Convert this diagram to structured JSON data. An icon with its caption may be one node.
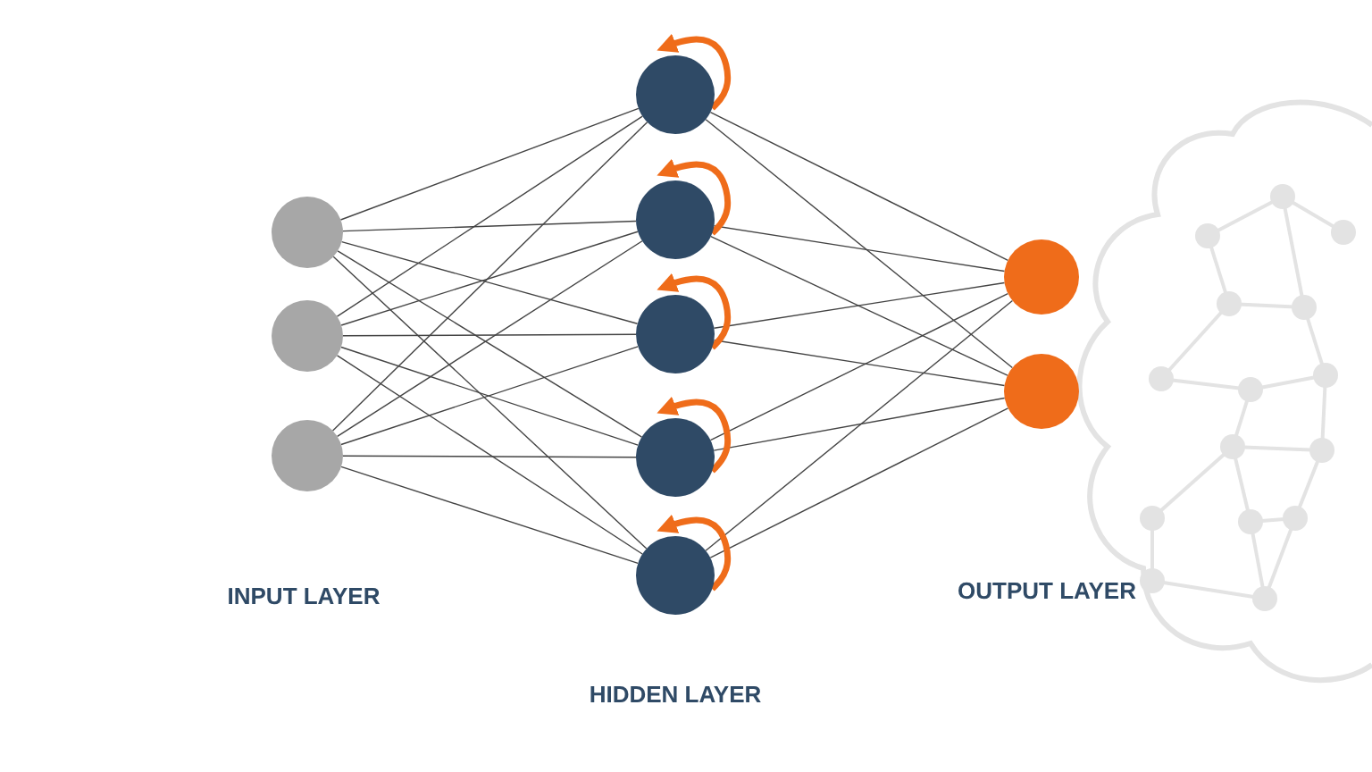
{
  "diagram": {
    "nodes": [
      {
        "text": [],
        "shape": "circle"
      },
      {
        "text": [],
        "shape": "circle"
      },
      {
        "text": [],
        "shape": "circle"
      },
      {
        "text": [],
        "shape": "circle"
      },
      {
        "text": [],
        "shape": "circle"
      },
      {
        "text": [],
        "shape": "circle"
      },
      {
        "text": [],
        "shape": "circle"
      },
      {
        "text": [],
        "shape": "circle"
      },
      {
        "text": [],
        "shape": "circle"
      },
      {
        "text": [],
        "shape": "circle"
      }
    ],
    "edges": [
      {
        "from": 0,
        "to": 3,
        "arrow": "none"
      },
      {
        "from": 0,
        "to": 4,
        "arrow": "none"
      },
      {
        "from": 0,
        "to": 5,
        "arrow": "none"
      },
      {
        "from": 0,
        "to": 6,
        "arrow": "none"
      },
      {
        "from": 0,
        "to": 7,
        "arrow": "none"
      },
      {
        "from": 1,
        "to": 3,
        "arrow": "none"
      },
      {
        "from": 1,
        "to": 4,
        "arrow": "none"
      },
      {
        "from": 1,
        "to": 5,
        "arrow": "none"
      },
      {
        "from": 1,
        "to": 6,
        "arrow": "none"
      },
      {
        "from": 1,
        "to": 7,
        "arrow": "none"
      },
      {
        "from": 2,
        "to": 3,
        "arrow": "none"
      },
      {
        "from": 2,
        "to": 4,
        "arrow": "none"
      },
      {
        "from": 2,
        "to": 5,
        "arrow": "none"
      },
      {
        "from": 2,
        "to": 6,
        "arrow": "none"
      },
      {
        "from": 2,
        "to": 7,
        "arrow": "none"
      },
      {
        "from": 3,
        "to": 8,
        "arrow": "none"
      },
      {
        "from": 3,
        "to": 9,
        "arrow": "none"
      },
      {
        "from": 4,
        "to": 8,
        "arrow": "none"
      },
      {
        "from": 4,
        "to": 9,
        "arrow": "none"
      },
      {
        "from": 5,
        "to": 8,
        "arrow": "none"
      },
      {
        "from": 5,
        "to": 9,
        "arrow": "none"
      },
      {
        "from": 6,
        "to": 8,
        "arrow": "none"
      },
      {
        "from": 6,
        "to": 9,
        "arrow": "none"
      },
      {
        "from": 7,
        "to": 8,
        "arrow": "none"
      },
      {
        "from": 7,
        "to": 9,
        "arrow": "none"
      },
      {
        "from": 3,
        "to": 3,
        "arrow": "to",
        "style": "thick",
        "color": "#ef6c1a"
      },
      {
        "from": 4,
        "to": 4,
        "arrow": "to",
        "style": "thick",
        "color": "#ef6c1a"
      },
      {
        "from": 5,
        "to": 5,
        "arrow": "to",
        "style": "thick",
        "color": "#ef6c1a"
      },
      {
        "from": 6,
        "to": 6,
        "arrow": "to",
        "style": "thick",
        "color": "#ef6c1a"
      },
      {
        "from": 7,
        "to": 7,
        "arrow": "to",
        "style": "thick",
        "color": "#ef6c1a"
      }
    ],
    "labels": [
      "INPUT LAYER",
      "OUTPUT LAYER",
      "HIDDEN LAYER"
    ]
  }
}
